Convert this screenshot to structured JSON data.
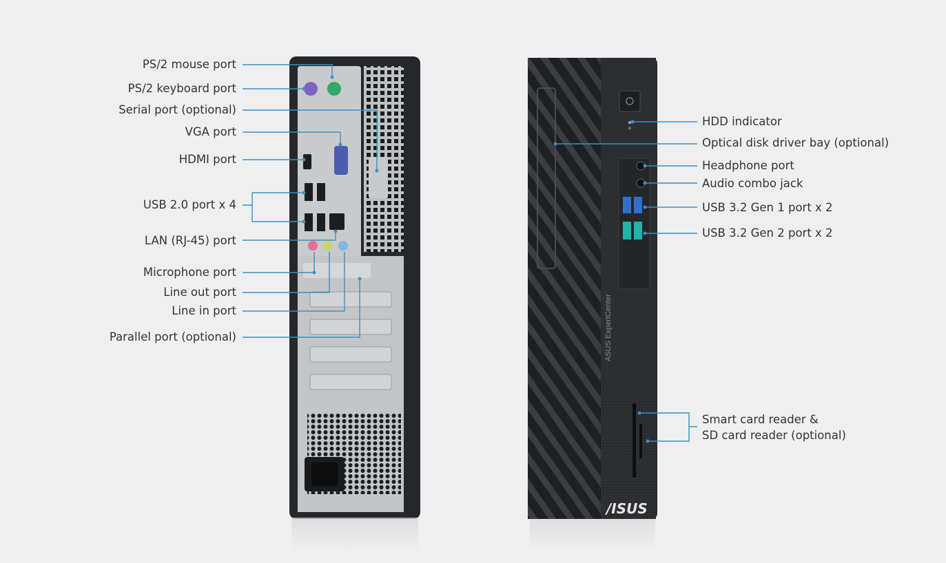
{
  "colors": {
    "background": "#efefef",
    "callout_line": "#3a8fc4",
    "chassis_dark": "#2a2b2e",
    "panel_silver": "#c9cacb",
    "text": "#333333",
    "usb3_gen1": "#2f6fd0",
    "usb3_gen2": "#1fb5a8",
    "mic_jack": "#e46f9a",
    "line_out_jack": "#c9d46f",
    "line_in_jack": "#7fb8e0",
    "ps2_mouse": "#2fa86a",
    "ps2_keyboard": "#7e62c4"
  },
  "rear_labels": [
    {
      "id": "ps2-mouse",
      "text": "PS/2 mouse port"
    },
    {
      "id": "ps2-keyboard",
      "text": "PS/2 keyboard port"
    },
    {
      "id": "serial",
      "text": "Serial port (optional)"
    },
    {
      "id": "vga",
      "text": "VGA port"
    },
    {
      "id": "hdmi",
      "text": "HDMI port"
    },
    {
      "id": "usb20",
      "text": "USB 2.0 port x 4"
    },
    {
      "id": "lan",
      "text": "LAN (RJ-45) port"
    },
    {
      "id": "mic",
      "text": "Microphone port"
    },
    {
      "id": "line-out",
      "text": "Line out port"
    },
    {
      "id": "line-in",
      "text": "Line in port"
    },
    {
      "id": "parallel",
      "text": "Parallel port (optional)"
    }
  ],
  "front_labels": [
    {
      "id": "hdd",
      "text": "HDD indicator"
    },
    {
      "id": "odd",
      "text": "Optical disk driver bay (optional)"
    },
    {
      "id": "headphone",
      "text": "Headphone port"
    },
    {
      "id": "audio-combo",
      "text": "Audio combo jack"
    },
    {
      "id": "usb32g1",
      "text": "USB 3.2 Gen 1 port x 2"
    },
    {
      "id": "usb32g2",
      "text": "USB 3.2 Gen 2 port x 2"
    },
    {
      "id": "card-reader",
      "text": "Smart card reader &\nSD card reader (optional)"
    }
  ],
  "device_text": {
    "brand_logo": "/ISUS",
    "vertical_brand": "ASUS ExpertCenter"
  }
}
